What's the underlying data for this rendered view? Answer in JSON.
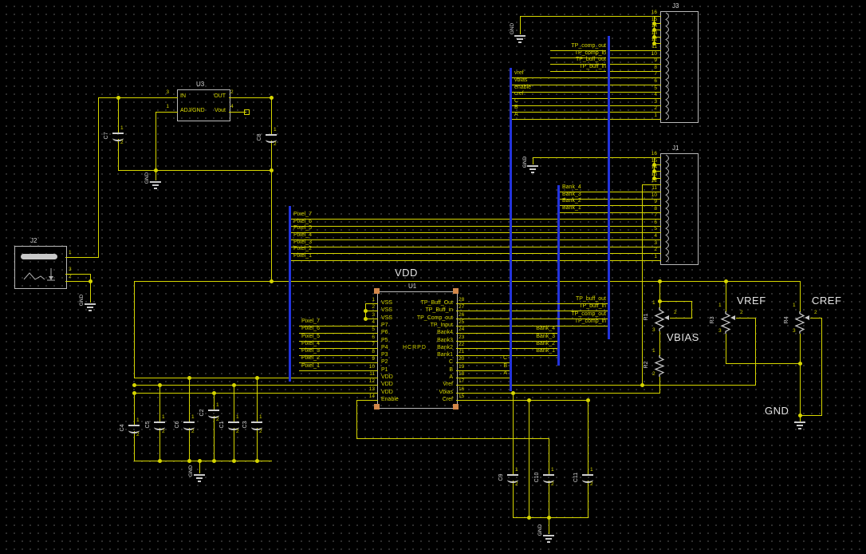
{
  "schematic": {
    "power_labels": {
      "vdd": "VDD",
      "vref": "VREF",
      "cref": "CREF",
      "vbias": "VBIAS",
      "gnd": "GND"
    },
    "components": {
      "U1": {
        "ref": "U1",
        "name": "HCRPD",
        "left_pins": [
          {
            "n": "1",
            "label": "VSS"
          },
          {
            "n": "2",
            "label": "VSS"
          },
          {
            "n": "3",
            "label": "VSS"
          },
          {
            "n": "4",
            "label": "P7"
          },
          {
            "n": "5",
            "label": "P6"
          },
          {
            "n": "6",
            "label": "P5"
          },
          {
            "n": "7",
            "label": "P4"
          },
          {
            "n": "8",
            "label": "P3"
          },
          {
            "n": "9",
            "label": "P2"
          },
          {
            "n": "10",
            "label": "P1"
          },
          {
            "n": "11",
            "label": "VDD"
          },
          {
            "n": "12",
            "label": "VDD"
          },
          {
            "n": "13",
            "label": "VDD"
          },
          {
            "n": "14",
            "label": "Enable"
          }
        ],
        "right_pins": [
          {
            "n": "28",
            "label": "TP_Buff_Out"
          },
          {
            "n": "27",
            "label": "TP_Buff_in"
          },
          {
            "n": "26",
            "label": "TP_Comp_out"
          },
          {
            "n": "25",
            "label": "TP_Input"
          },
          {
            "n": "24",
            "label": "Bank4"
          },
          {
            "n": "23",
            "label": "Bank3"
          },
          {
            "n": "22",
            "label": "Bank2"
          },
          {
            "n": "21",
            "label": "Bank1"
          },
          {
            "n": "20",
            "label": "C"
          },
          {
            "n": "19",
            "label": "B"
          },
          {
            "n": "18",
            "label": "A"
          },
          {
            "n": "17",
            "label": "Vref"
          },
          {
            "n": "16",
            "label": "Vbias"
          },
          {
            "n": "15",
            "label": "Cref"
          }
        ]
      },
      "U3": {
        "ref": "U3",
        "pins": [
          {
            "n": "3",
            "label": "IN"
          },
          {
            "n": "1",
            "label": "ADJ/GND"
          },
          {
            "n": "2",
            "label": "OUT"
          },
          {
            "n": "4",
            "label": "Vout"
          }
        ]
      },
      "J1": {
        "ref": "J1",
        "pin_numbers": [
          "16",
          "15",
          "14",
          "13",
          "12",
          "11",
          "10",
          "9",
          "8",
          "7",
          "6",
          "5",
          "4",
          "3",
          "2",
          "1"
        ]
      },
      "J3": {
        "ref": "J3",
        "pin_numbers": [
          "16",
          "15",
          "14",
          "13",
          "12",
          "11",
          "10",
          "9",
          "8",
          "7",
          "6",
          "5",
          "4",
          "3",
          "2",
          "1"
        ]
      },
      "J2": {
        "ref": "J2",
        "pin_numbers": [
          "1",
          "3",
          "2"
        ]
      },
      "capacitors": {
        "refs": [
          "C7",
          "C8",
          "C4",
          "C5",
          "C6",
          "C2",
          "C1",
          "C3",
          "C9",
          "C10",
          "C11"
        ],
        "pin_numbers": [
          "1",
          "2"
        ]
      },
      "resistors": {
        "refs": [
          "R1",
          "R2",
          "R3",
          "R4"
        ],
        "pot_pins": [
          "1",
          "2",
          "3"
        ],
        "res_pins": [
          "1",
          "2"
        ]
      }
    },
    "nets": {
      "pixels": [
        "Pixel_7",
        "Pixel_6",
        "Pixel_5",
        "Pixel_4",
        "Pixel_3",
        "Pixel_2",
        "Pixel_1"
      ],
      "banks": [
        "Bank_4",
        "Bank_3",
        "Bank_2",
        "Bank_1"
      ],
      "tp_u1": [
        "TP_buff_out",
        "TP_buff_in",
        "TP_comp_out",
        "TP_comp_in"
      ],
      "tp_j3": [
        "TP_comp_out",
        "TP_comp_in",
        "TP_buff_out",
        "TP_buff_in"
      ],
      "j3_signals": [
        "vref",
        "vbias",
        "enable",
        "cref",
        "C",
        "B",
        "A"
      ],
      "gnd": "GND"
    },
    "colors": {
      "wire": "#d6d600",
      "bus": "#2233dd",
      "text": "#d8d8d8",
      "background": "#000000",
      "corner_marker": "#d4884a"
    }
  }
}
